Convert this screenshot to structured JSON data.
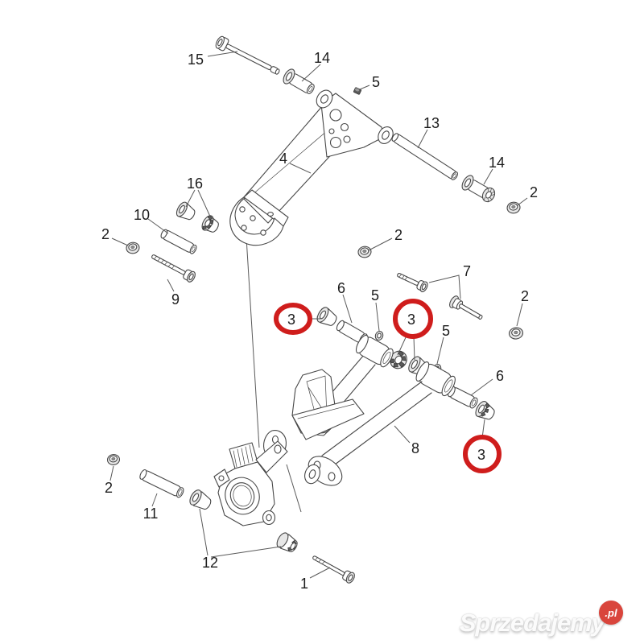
{
  "diagram": {
    "kind": "exploded-parts-diagram",
    "line_color": "#474747",
    "highlight_color": "#cf1d1c",
    "background": "#ffffff"
  },
  "callouts": [
    {
      "label": "15",
      "part": "long-bolt"
    },
    {
      "label": "14",
      "part": "spacer-sleeve"
    },
    {
      "label": "5",
      "part": "small-nut"
    },
    {
      "label": "13",
      "part": "pivot-tube"
    },
    {
      "label": "14",
      "part": "spacer-sleeve"
    },
    {
      "label": "2",
      "part": "flange-nut"
    },
    {
      "label": "4",
      "part": "upper-control-arm"
    },
    {
      "label": "16",
      "part": "bushing-pair"
    },
    {
      "label": "10",
      "part": "spacer-tube"
    },
    {
      "label": "2",
      "part": "flange-nut"
    },
    {
      "label": "9",
      "part": "bolt"
    },
    {
      "label": "2",
      "part": "flange-nut"
    },
    {
      "label": "7",
      "part": "bolt-pair"
    },
    {
      "label": "6",
      "part": "bushing-tube"
    },
    {
      "label": "5",
      "part": "retaining-ring"
    },
    {
      "label": "5",
      "part": "retaining-ring"
    },
    {
      "label": "2",
      "part": "flange-nut"
    },
    {
      "label": "6",
      "part": "bushing-tube"
    },
    {
      "label": "8",
      "part": "lower-control-arm"
    },
    {
      "label": "2",
      "part": "flange-nut"
    },
    {
      "label": "11",
      "part": "spacer-tube"
    },
    {
      "label": "12",
      "part": "bushing-pair"
    },
    {
      "label": "1",
      "part": "bolt"
    }
  ],
  "highlighted": [
    {
      "label": "3",
      "part": "flanged-bushing",
      "marker": "red-circle"
    },
    {
      "label": "3",
      "part": "bushing-pair",
      "marker": "red-circle"
    },
    {
      "label": "3",
      "part": "flanged-bushing",
      "marker": "red-circle"
    }
  ],
  "watermark": {
    "text": "Sprzedajemy",
    "suffix": ".pl",
    "badge_color": "#d9453c"
  }
}
